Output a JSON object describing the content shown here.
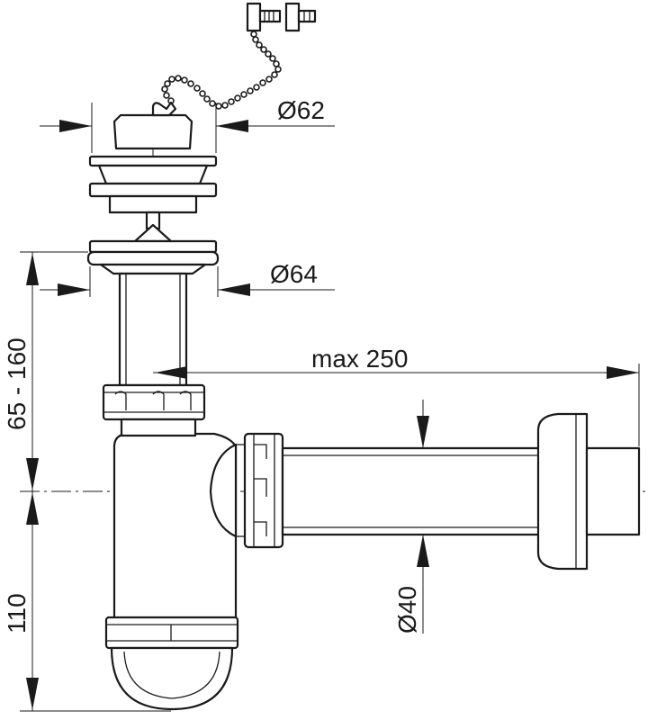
{
  "dimensions": {
    "stopper_diameter": "Ø62",
    "flange_diameter": "Ø64",
    "outlet_length": "max 250",
    "upper_height": "65 - 160",
    "lower_height": "110",
    "pipe_diameter": "Ø40"
  },
  "colors": {
    "line": "#1a1a1a",
    "background": "#ffffff"
  }
}
